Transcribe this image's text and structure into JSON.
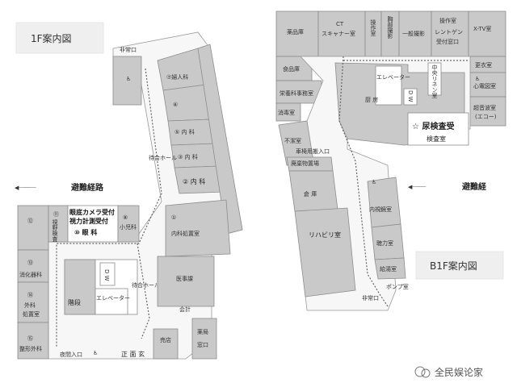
{
  "floor_1f": {
    "title": "1F案内図",
    "evac_label": "避難経路",
    "rooms": {
      "hijouguchi": "非常口",
      "fujinka": "⑦婦人科",
      "r6": "⑥",
      "naika5": "⑤ 内 科",
      "naika3": "③ 内 科",
      "naika2": "② 内 科",
      "machiai_top": "待合ホール",
      "r1": "①",
      "naika_shochi": "内科処置室",
      "ganka_uketsuke": "眼底カメラ受付",
      "shiryoku": "視力計測受付",
      "ganka": "⑩ 眼 科",
      "shiryoku_kensa": "視野検査",
      "r11": "⑪",
      "r12": "⑫",
      "r8": "⑧",
      "shonika": "小児科",
      "r13": "⑬",
      "shokakigeka": "消化器科",
      "r14": "⑭",
      "geka": "外科",
      "geka_shochi": "処置室",
      "r15": "⑮",
      "seikeigeka": "整形外科",
      "kaidan": "階段",
      "elevator": "エレベーター",
      "dw": "D W",
      "machiai_bottom": "待合ホール",
      "ijika": "医事課",
      "kaikei": "会計",
      "yakkyoku": "薬局",
      "madoguchi": "窓口",
      "baiten": "売店",
      "yakan": "夜間入口",
      "shomen": "正 面 玄"
    }
  },
  "floor_b1f": {
    "title": "B1F案内図",
    "evac_label": "避難経",
    "rooms": {
      "yakuhinko": "薬品庫",
      "ct": "CT",
      "scanner": "スキャナー室",
      "sosa1": "操作室",
      "kyobu": "胸部撮影",
      "ippan": "一般撮影",
      "sosa2": "操作室",
      "rentogen": "レントゲン",
      "uketsuke": "受付窓口",
      "xtv": "X-TV室",
      "koui": "更衣室",
      "shinden": "心電図室",
      "echo": "超音波室",
      "echo_sub": "(エコー)",
      "shokuhinko": "食品庫",
      "eiyoka": "栄養科事務室",
      "shodokushitsu": "消毒室",
      "elevator": "エレベーター",
      "chuo": "中央リネン室",
      "dw": "D W",
      "kitchen": "厨 房",
      "nyo": "☆ 尿検査受",
      "kensa": "検査室",
      "fujoshitsu": "不潔室",
      "sharyou": "車椅用搬入口",
      "haikibutsu": "廃棄物置場",
      "souko": "倉 庫",
      "naishikyo": "内視鏡室",
      "reha": "リハビリ室",
      "choryoku": "聴力室",
      "kyusui": "給湯室",
      "pump": "ポンプ室",
      "hijouguchi": "非常口"
    }
  },
  "watermark": "全民娱论家",
  "colors": {
    "room": "#c9c9c9",
    "corridor": "#f7f7f7",
    "route": "#666666"
  }
}
